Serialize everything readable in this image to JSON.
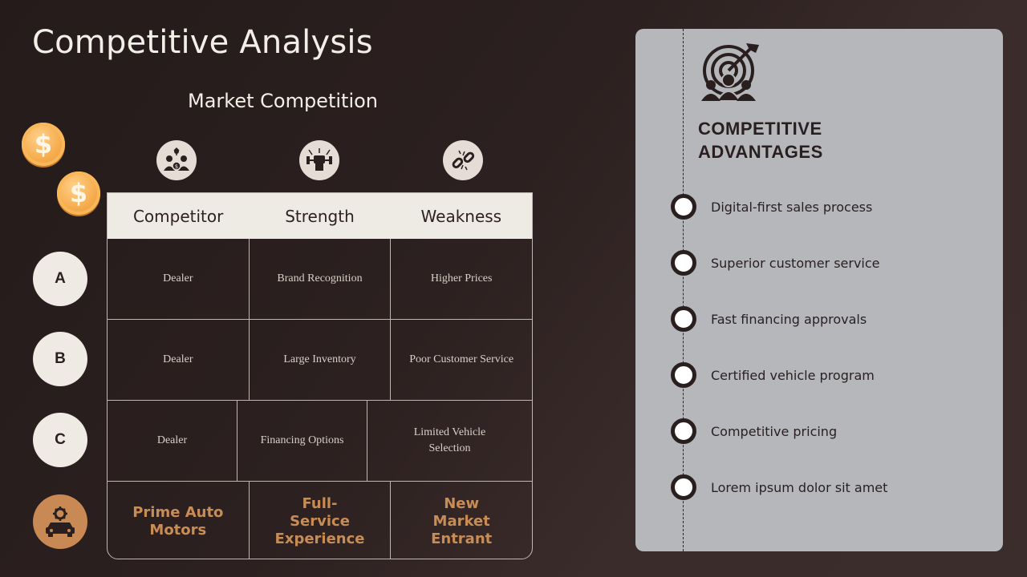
{
  "slide": {
    "title": "Competitive Analysis",
    "subtitle": "Market Competition"
  },
  "coins": [
    {
      "symbol": "$",
      "icon": "dollar-coin-icon"
    },
    {
      "symbol": "$",
      "icon": "dollar-coin-icon"
    }
  ],
  "column_icons": [
    "money-people-icon",
    "strength-fist-icon",
    "broken-chain-icon"
  ],
  "table": {
    "headers": [
      "Competitor",
      "Strength",
      "Weakness"
    ],
    "rows": [
      {
        "badge": "A",
        "cells": [
          "Dealer",
          "Brand Recognition",
          "Higher Prices"
        ]
      },
      {
        "badge": "B",
        "cells": [
          "Dealer",
          "Large Inventory",
          "Poor Customer Service"
        ]
      },
      {
        "badge": "C",
        "cells": [
          "Dealer",
          "Financing Options",
          "Limited Vehicle Selection"
        ]
      },
      {
        "badge_icon": "car-gear-icon",
        "cells": [
          "Prime Auto Motors",
          "Full-Service Experience",
          "New Market Entrant"
        ]
      }
    ]
  },
  "panel": {
    "icon": "target-team-icon",
    "title_line1": "COMPETITIVE",
    "title_line2": "ADVANTAGES",
    "items": [
      "Digital-first sales process",
      "Superior customer service",
      "Fast financing approvals",
      "Certified vehicle program",
      "Competitive pricing",
      "Lorem ipsum dolor sit amet"
    ]
  },
  "colors": {
    "background": "#2c2020",
    "accent": "#c98954",
    "coin": "#f6ad4e",
    "panel": "#b5b7bb",
    "header_bg": "#eeebe4"
  }
}
